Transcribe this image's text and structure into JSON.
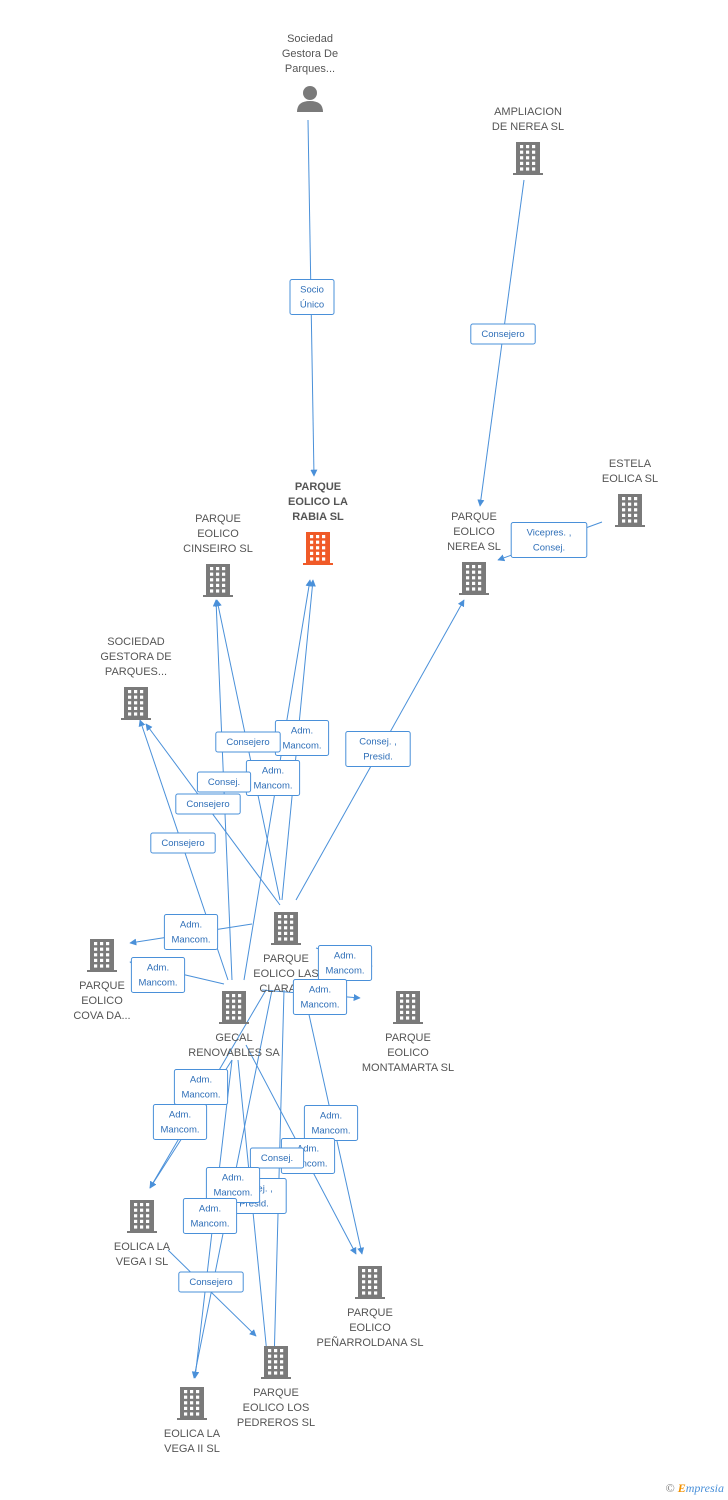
{
  "colors": {
    "edge": "#4a90d9",
    "company": "#7a7a7a",
    "focus": "#f05a28",
    "person": "#7a7a7a"
  },
  "nodes": [
    {
      "id": "sgp1",
      "kind": "person",
      "lines": [
        "Sociedad",
        "Gestora De",
        "Parques..."
      ]
    },
    {
      "id": "ampliacion",
      "kind": "company",
      "lines": [
        "AMPLIACION",
        "DE NEREA SL"
      ]
    },
    {
      "id": "rabia",
      "kind": "focus",
      "lines": [
        "PARQUE",
        "EOLICO LA",
        "RABIA SL"
      ]
    },
    {
      "id": "estela",
      "kind": "company",
      "lines": [
        "ESTELA",
        "EOLICA SL"
      ]
    },
    {
      "id": "cinseiro",
      "kind": "company",
      "lines": [
        "PARQUE",
        "EOLICO",
        "CINSEIRO SL"
      ]
    },
    {
      "id": "nerea",
      "kind": "company",
      "lines": [
        "PARQUE",
        "EOLICO",
        "NEREA SL"
      ]
    },
    {
      "id": "sgp2",
      "kind": "company",
      "lines": [
        "SOCIEDAD",
        "GESTORA DE",
        "PARQUES..."
      ]
    },
    {
      "id": "claras",
      "kind": "company",
      "lines": [
        "PARQUE",
        "EOLICO LAS",
        "CLARAS..."
      ]
    },
    {
      "id": "cova",
      "kind": "company",
      "lines": [
        "PARQUE",
        "EOLICO",
        "COVA DA..."
      ]
    },
    {
      "id": "gecal",
      "kind": "company",
      "lines": [
        "GECAL",
        "RENOVABLES SA"
      ]
    },
    {
      "id": "montamarta",
      "kind": "company",
      "lines": [
        "PARQUE",
        "EOLICO",
        "MONTAMARTA SL"
      ]
    },
    {
      "id": "vega1",
      "kind": "company",
      "lines": [
        "EOLICA LA",
        "VEGA I SL"
      ]
    },
    {
      "id": "penarroldana",
      "kind": "company",
      "lines": [
        "PARQUE",
        "EOLICO",
        "PEÑARROLDANA SL"
      ]
    },
    {
      "id": "pedreros",
      "kind": "company",
      "lines": [
        "PARQUE",
        "EOLICO LOS",
        "PEDREROS SL"
      ]
    },
    {
      "id": "vega2",
      "kind": "company",
      "lines": [
        "EOLICA LA",
        "VEGA II SL"
      ]
    }
  ],
  "edges": [
    {
      "from": "sgp1",
      "to": "rabia",
      "lines": [
        "Socio",
        "Único"
      ]
    },
    {
      "from": "ampliacion",
      "to": "nerea",
      "lines": [
        "Consejero"
      ]
    },
    {
      "from": "estela",
      "to": "nerea",
      "lines": [
        "Vicepres. ,",
        "Consej."
      ]
    },
    {
      "from": "claras",
      "to": "nerea",
      "lines": [
        "Consej. ,",
        "Presid."
      ]
    },
    {
      "from": "claras",
      "to": "rabia",
      "lines": [
        "Adm.",
        "Mancom."
      ]
    },
    {
      "from": "gecal",
      "to": "rabia",
      "lines": [
        "Adm.",
        "Mancom."
      ]
    },
    {
      "from": "claras",
      "to": "cinseiro",
      "lines": [
        "Consejero"
      ]
    },
    {
      "from": "gecal",
      "to": "cinseiro",
      "lines": [
        "Consej."
      ]
    },
    {
      "from": "claras",
      "to": "sgp2",
      "lines": [
        "Consejero"
      ]
    },
    {
      "from": "gecal",
      "to": "sgp2",
      "lines": [
        "Consejero"
      ]
    },
    {
      "from": "claras",
      "to": "cova",
      "lines": [
        "Adm.",
        "Mancom."
      ]
    },
    {
      "from": "gecal",
      "to": "cova",
      "lines": [
        "Adm.",
        "Mancom."
      ]
    },
    {
      "from": "claras",
      "to": "montamarta",
      "lines": [
        "Adm.",
        "Mancom."
      ]
    },
    {
      "from": "gecal",
      "to": "montamarta",
      "lines": [
        "Adm.",
        "Mancom."
      ]
    },
    {
      "from": "gecal",
      "to": "vega1",
      "lines": [
        "Adm.",
        "Mancom."
      ]
    },
    {
      "from": "claras",
      "to": "vega1",
      "lines": [
        "Adm.",
        "Mancom."
      ]
    },
    {
      "from": "claras",
      "to": "penarroldana",
      "lines": [
        "Adm.",
        "Mancom."
      ]
    },
    {
      "from": "gecal",
      "to": "penarroldana",
      "lines": [
        "Adm.",
        "Mancom."
      ]
    },
    {
      "from": "claras",
      "to": "pedreros",
      "lines": [
        "Consej."
      ]
    },
    {
      "from": "gecal",
      "to": "pedreros",
      "lines": [
        "Consej. ,",
        "Presid."
      ]
    },
    {
      "from": "vega1",
      "to": "pedreros",
      "lines": [
        "Consejero"
      ]
    },
    {
      "from": "gecal",
      "to": "vega2",
      "lines": [
        "Adm.",
        "Mancom."
      ]
    },
    {
      "from": "claras",
      "to": "vega2",
      "lines": [
        "Adm.",
        "Mancom."
      ]
    }
  ],
  "footer": {
    "copyright": "©",
    "brand_initial": "E",
    "brand_rest": "mpresia"
  }
}
